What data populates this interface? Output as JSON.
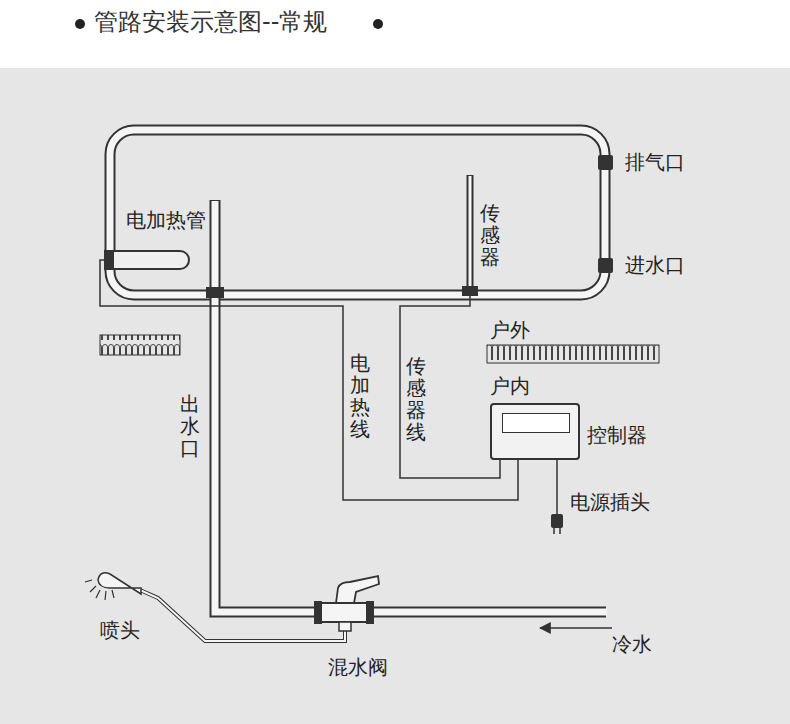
{
  "diagram": {
    "title": "管路安装示意图--常规",
    "nodes": [
      {
        "text": [
          "电加热管"
        ]
      },
      {
        "text": [
          "传感器"
        ]
      },
      {
        "text": [
          "控制器"
        ]
      }
    ],
    "edges": [
      {
        "from": 0,
        "to": 2,
        "arrow": "none",
        "label": "电加热线"
      },
      {
        "from": 1,
        "to": 2,
        "arrow": "none",
        "label": "传感器线"
      }
    ],
    "labels": [
      "排气口",
      "进水口",
      "出水口",
      "户外",
      "户内",
      "电源插头",
      "喷头",
      "混水阀",
      "冷水"
    ]
  }
}
